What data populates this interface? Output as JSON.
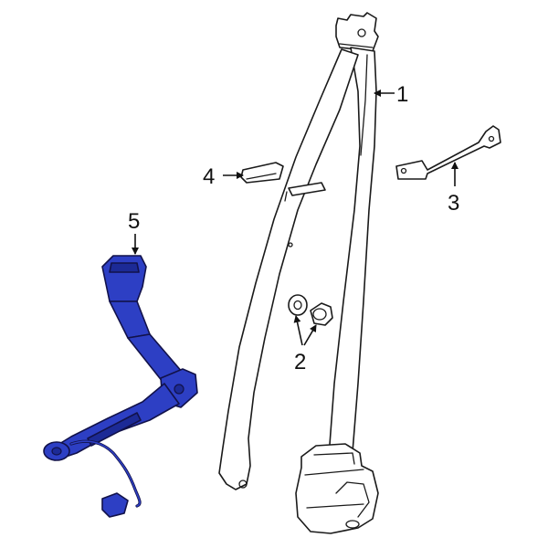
{
  "callouts": {
    "c1": "1",
    "c2": "2",
    "c3": "3",
    "c4": "4",
    "c5": "5"
  },
  "colors": {
    "highlight": "#2d3fc4",
    "highlight_dark": "#1c2a96",
    "outline": "#1a1a1a",
    "background": "#ffffff"
  }
}
